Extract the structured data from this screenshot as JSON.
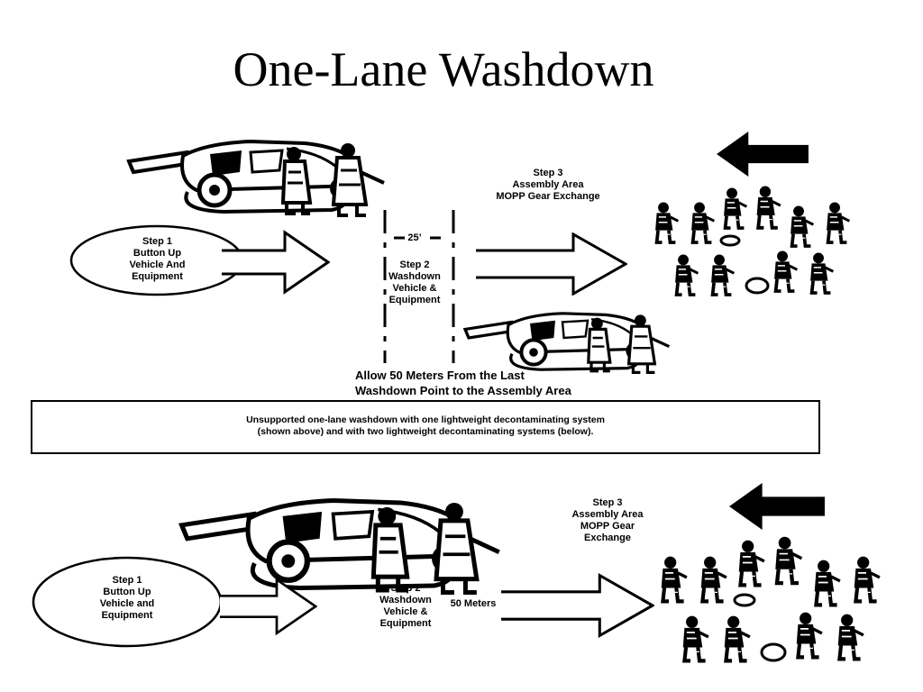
{
  "title": "One-Lane Washdown",
  "top_panel": {
    "step1": "Step 1\nButton Up\nVehicle And\nEquipment",
    "distance": "25’",
    "step2": "Step 2\nWashdown\nVehicle &\nEquipment",
    "step3": "Step 3\nAssembly Area\nMOPP Gear Exchange",
    "note": "Allow 50 Meters From the Last\nWashdown Point to the Assembly Area"
  },
  "caption": "Unsupported one-lane washdown with one lightweight decontaminating system\n(shown above) and with two lightweight decontaminating systems (below).",
  "bottom_panel": {
    "step1": "Step 1\nButton Up\nVehicle and\nEquipment",
    "step2": "Step 2\nWashdown\nVehicle &\nEquipment",
    "distance": "50 Meters",
    "step3": "Step 3\nAssembly Area\nMOPP Gear\nExchange"
  },
  "icons": {
    "vehicle": "decon-vehicle-icon",
    "soldiers": "soldier-group-icon",
    "direction": "left-arrow-icon"
  }
}
